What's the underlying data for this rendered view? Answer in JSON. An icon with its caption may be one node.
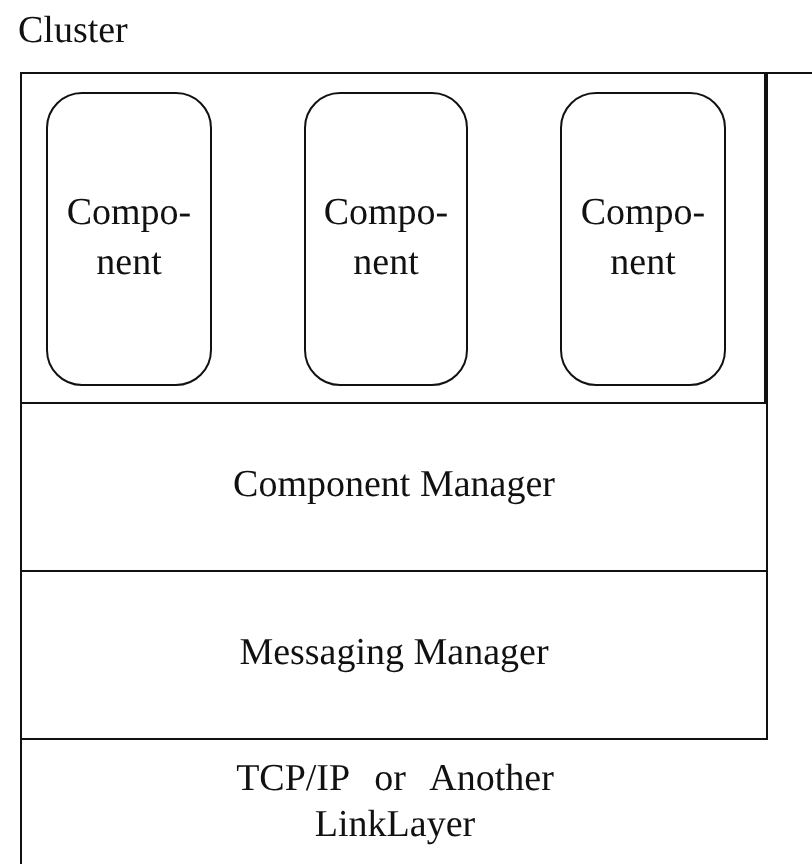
{
  "diagram": {
    "nodes": [
      {
        "text": [
          "Cluster"
        ]
      },
      {
        "text": [
          "Compo- nent"
        ],
        "in": 0
      },
      {
        "text": [
          "Compo- nent"
        ],
        "in": 0
      },
      {
        "text": [
          "Compo- nent"
        ],
        "in": 0
      },
      {
        "text": [
          "Component Manager"
        ],
        "in": 0
      },
      {
        "text": [
          "Messaging Manager"
        ],
        "in": 0
      },
      {
        "text": [
          "TCP/IP or Another LinkLayer"
        ],
        "in": 0
      }
    ],
    "edges": []
  }
}
